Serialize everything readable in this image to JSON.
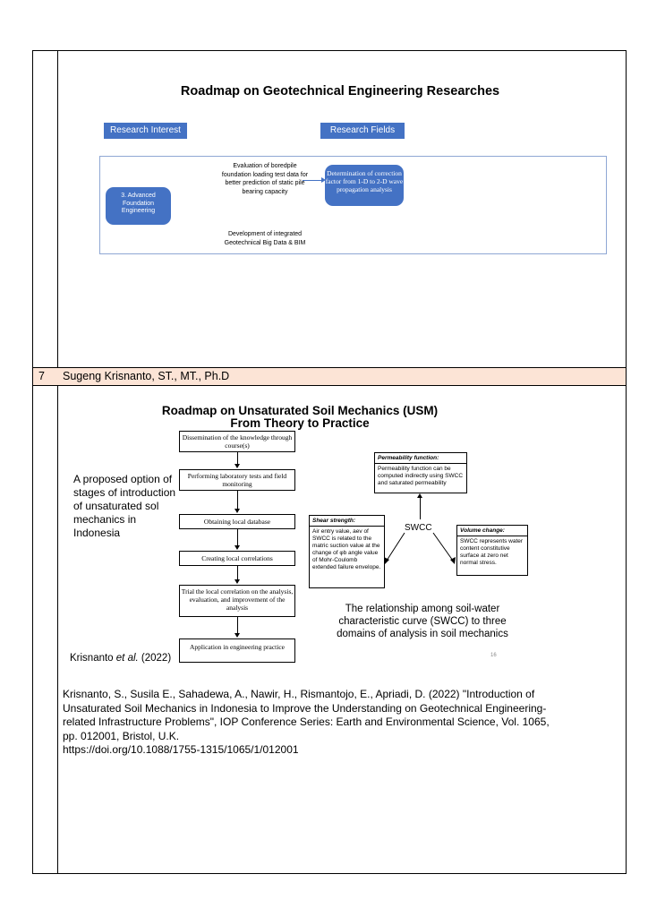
{
  "row": {
    "number": "7",
    "name": "Sugeng Krisnanto, ST., MT., Ph.D"
  },
  "upper_figure": {
    "title": "Roadmap on Geotechnical Engineering Researches",
    "research_interest_label": "Research Interest",
    "research_fields_label": "Research Fields",
    "interest_item": "3. Advanced Foundation Engineering",
    "text_item_1": "Evaluation of boredpile foundation loading test data for better prediction of static pile bearing capacity",
    "field_item": "Determination of correction factor from 1-D to 2-D wave propagation analysis",
    "text_item_2": "Development of integrated Geotechnical Big Data & BIM"
  },
  "lower_figure": {
    "title_line1": "Roadmap on Unsaturated Soil Mechanics (USM)",
    "title_line2": "From Theory to Practice",
    "left_description": "A proposed option of stages of introduction of unsaturated sol mechanics in Indonesia",
    "citation_prefix": "Krisnanto ",
    "citation_italic": "et al.",
    "citation_suffix": " (2022)",
    "flow_steps": [
      "Dissemination of the knowledge through course(s)",
      "Performing laboratory tests and field monitoring",
      "Obtaining local database",
      "Creating local correlations",
      "Trial the local correlation on the analysis, evaluation, and improvement of the analysis",
      "Application in engineering practice"
    ],
    "swcc_label": "SWCC",
    "permeability_heading": "Permeability function:",
    "permeability_text": "Permeability function can be computed indirectly using SWCC and saturated permeability",
    "shear_heading": "Shear strength:",
    "shear_text": "Air entry value, aev of SWCC is related to the matric suction value at the change of φb angle value of Mohr-Coulomb extended failure envelope.",
    "volume_heading": "Volume change:",
    "volume_text": "SWCC represents water content constitutive surface at zero net normal stress.",
    "relationship_caption": "The relationship among soil-water characteristic curve (SWCC) to three domains of analysis in soil mechanics",
    "slide_number": "16"
  },
  "reference": {
    "line1": "Krisnanto, S., Susila E., Sahadewa, A., Nawir, H., Rismantojo, E., Apriadi, D. (2022) \"Introduction of",
    "line2": "Unsaturated Soil Mechanics in Indonesia to Improve the Understanding on Geotechnical Engineering-",
    "line3": "related Infrastructure Problems\", IOP Conference Series: Earth and Environmental Science, Vol. 1065,",
    "line4": "pp. 012001, Bristol, U.K.",
    "line5": "https://doi.org/10.1088/1755-1315/1065/1/012001"
  }
}
